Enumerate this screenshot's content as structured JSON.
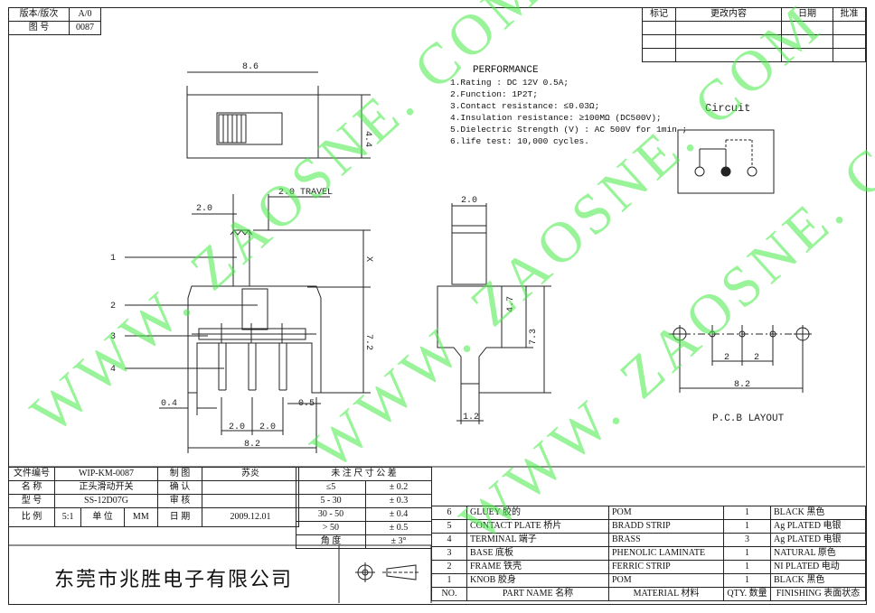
{
  "header": {
    "version_label": "版本/版次",
    "version_value": "A/0",
    "drawing_no_label": "图  号",
    "drawing_no_value": "0087"
  },
  "revision": {
    "columns": [
      "标记",
      "更改内容",
      "日期",
      "批准"
    ]
  },
  "performance": {
    "title": "PERFORMANCE",
    "items": [
      "1.Rating : DC 12V 0.5A;",
      "2.Function: 1P2T;",
      "3.Contact resistance: ≤0.03Ω;",
      "4.Insulation resistance: ≥100MΩ (DC500V);",
      "5.Dielectric Strength (V) : AC 500V for 1min ;",
      "6.life test: 10,000 cycles."
    ]
  },
  "circuit_label": "Circuit",
  "pcb_label": "P.C.B LAYOUT",
  "dims": {
    "top_width": "8.6",
    "top_height": "4.4",
    "travel": "2.0 TRAVEL",
    "front_20": "2.0",
    "x_mark": "X",
    "front_height": "7.2",
    "pin_width": "0.4",
    "pin_gap": "0.5",
    "pitch_a": "2.0",
    "pitch_b": "2.0",
    "front_width": "8.2",
    "side_width": "2.0",
    "side_47": "4.7",
    "side_73": "7.3",
    "side_12": "1.2",
    "pcb_p1": "2",
    "pcb_p2": "2",
    "pcb_total": "8.2"
  },
  "callouts": [
    "1",
    "2",
    "3",
    "4"
  ],
  "watermark": "WWW. ZAOSNE. COM",
  "title_block": {
    "file_no_label": "文件编号",
    "file_no_value": "WIP-KM-0087",
    "drawn_label": "制  图",
    "drawn_value": "苏炎",
    "name_label": "名  称",
    "name_value": "正头滑动开关",
    "confirm_label": "确  认",
    "model_label": "型  号",
    "model_value": "SS-12D07G",
    "review_label": "审  核",
    "scale_label": "比  例",
    "scale_value": "5:1",
    "unit_label": "单  位",
    "unit_value": "MM",
    "date_label": "日  期",
    "date_value": "2009.12.01",
    "company": "东莞市兆胜电子有限公司"
  },
  "tolerance": {
    "title": "未 注 尺 寸 公 差",
    "rows": [
      [
        "≤5",
        "± 0.2"
      ],
      [
        "5 - 30",
        "± 0.3"
      ],
      [
        "30 - 50",
        "± 0.4"
      ],
      [
        "> 50",
        "± 0.5"
      ],
      [
        "角  度",
        "± 3°"
      ]
    ]
  },
  "bom": {
    "headers": [
      "NO.",
      "PART  NAME  名称",
      "MATERIAL  材料",
      "QTY. 数量",
      "FINISHING  表面状态"
    ],
    "rows": [
      [
        "6",
        "GLUEY  胶的",
        "POM",
        "1",
        "BLACK  黑色"
      ],
      [
        "5",
        "CONTACT PLATE  桥片",
        "BRADD STRIP",
        "1",
        "Ag PLATED  电银"
      ],
      [
        "4",
        "TERMINAL  端子",
        "BRASS",
        "3",
        "Ag PLATED  电银"
      ],
      [
        "3",
        "BASE  底板",
        "PHENOLIC LAMINATE",
        "1",
        "NATURAL  原色"
      ],
      [
        "2",
        "FRAME  铁壳",
        "FERRIC STRIP",
        "1",
        "NI PLATED  电动"
      ],
      [
        "1",
        "KNOB  胶身",
        "POM",
        "1",
        "BLACK  黑色"
      ]
    ]
  }
}
